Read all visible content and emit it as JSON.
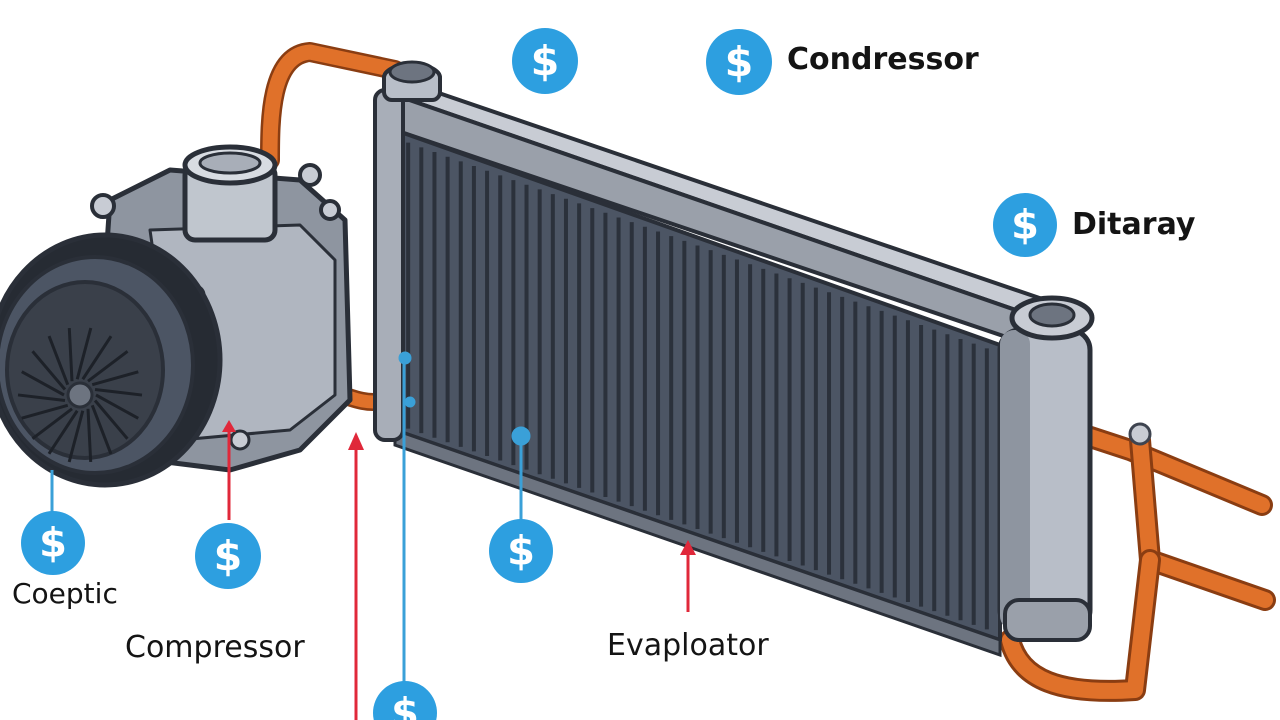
{
  "labels": {
    "condenser_top": "Condressor",
    "right_side": "Ditaray",
    "left_small": "Coeptic",
    "compressor": "Compressor",
    "evaporator": "Evaploator"
  },
  "badge": {
    "glyph": "$",
    "color": "#2d9fe0"
  },
  "colors": {
    "pipe": "#e0712a",
    "pipe_outline": "#8a3d12",
    "metal_light": "#c8ccd4",
    "metal_mid": "#9aa0aa",
    "metal_dark": "#3e4450",
    "fins": "#4c5564",
    "arrow_red": "#e0283a",
    "line_blue": "#3aa0d8"
  }
}
